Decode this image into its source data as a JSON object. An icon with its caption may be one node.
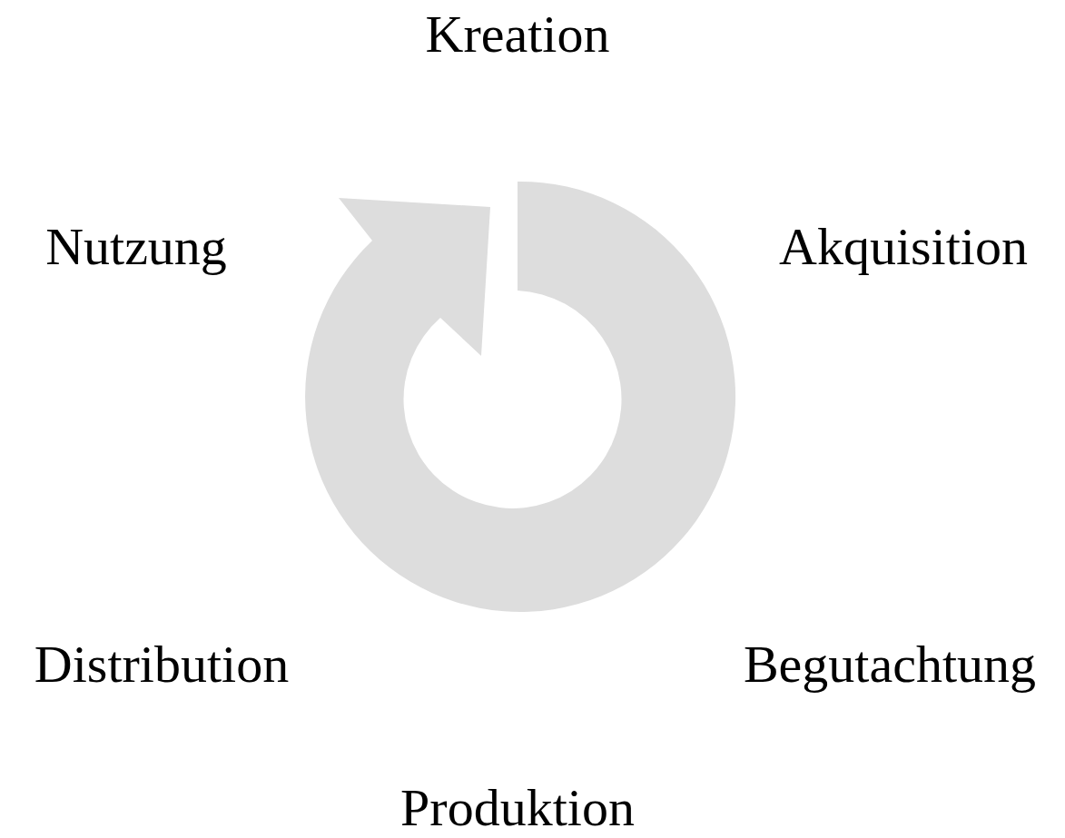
{
  "diagram": {
    "labels": [
      "Kreation",
      "Nutzung",
      "Akquisition",
      "Distribution",
      "Begutachtung",
      "Produktion"
    ]
  }
}
